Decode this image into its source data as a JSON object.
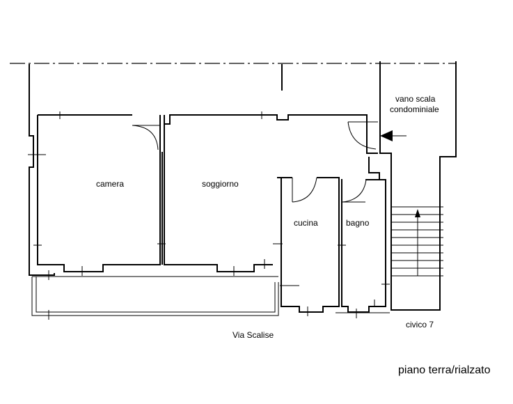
{
  "rooms": {
    "camera": "camera",
    "soggiorno": "soggiorno",
    "cucina": "cucina",
    "bagno": "bagno",
    "vano_scala_1": "vano scala",
    "vano_scala_2": "condominiale"
  },
  "street": "Via Scalise",
  "civic": "civico 7",
  "floor_title": "piano terra/rialzato"
}
